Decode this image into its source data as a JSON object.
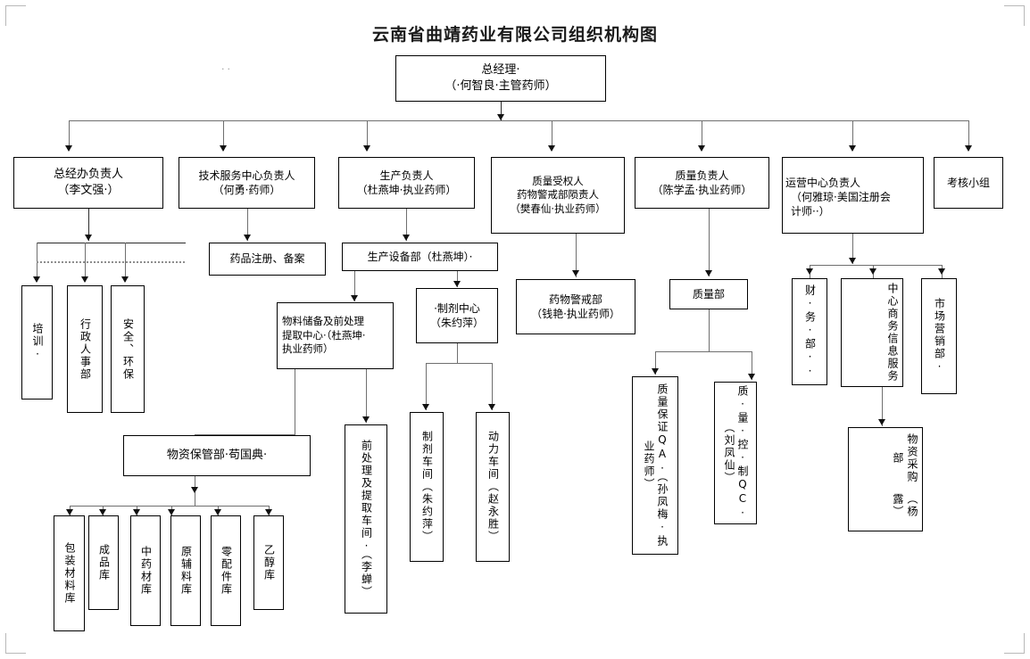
{
  "page": {
    "title": "云南省曲靖药业有限公司组织机构图",
    "stray_marks": ".."
  },
  "nodes": {
    "gm": {
      "line1": "总经理·",
      "line2": "（·何智良·主管药师）"
    },
    "level2": [
      {
        "key": "office",
        "line1": "总经办负责人",
        "line2": "（李文强·）"
      },
      {
        "key": "tech",
        "line1": "技术服务中心负责人",
        "line2": "（何勇·药师）"
      },
      {
        "key": "production",
        "line1": "生产负责人",
        "line2": "（杜燕坤·执业药师）"
      },
      {
        "key": "qa_auth",
        "line1": "质量受权人",
        "line2": "药物警戒部陨责人",
        "line3": "（樊春仙·执业药师）"
      },
      {
        "key": "quality",
        "line1": "质量负责人",
        "line2": "（陈学孟·执业药师）"
      },
      {
        "key": "operations",
        "line1": "运营中心负责人",
        "line2": "（何雅琼·美国注册会",
        "line3": "计师··）"
      },
      {
        "key": "audit",
        "line1": "考核小组"
      }
    ],
    "office_children": [
      {
        "key": "training",
        "label": "培训·"
      },
      {
        "key": "hr",
        "label": "行政人事部"
      },
      {
        "key": "safety",
        "label": "安全、环保"
      }
    ],
    "tech_children": [
      {
        "key": "drug_reg",
        "label": "药品注册、备案"
      }
    ],
    "production_children": [
      {
        "key": "equip",
        "label": "生产设备部（杜燕坤）·"
      }
    ],
    "equip_children": [
      {
        "key": "material_center",
        "line1": "物料储备及前处理",
        "line2": "提取中心·（杜燕坤·",
        "line3": "执业药师）"
      },
      {
        "key": "prep_center",
        "line1": "·制剂中心",
        "line2": "（朱约萍）"
      }
    ],
    "material_center_children": [
      {
        "key": "warehouse_dept",
        "label": "物资保管部·苟国典·"
      },
      {
        "key": "pretreat_shop",
        "label": "前处理及提取车间·（李蝉）"
      }
    ],
    "prep_center_children": [
      {
        "key": "prep_shop",
        "label": "制剂车间（朱约萍）"
      },
      {
        "key": "power_shop",
        "label": "动力车间（赵永胜）"
      }
    ],
    "warehouses": [
      {
        "key": "packaging",
        "label": "包装材料库"
      },
      {
        "key": "finished",
        "label": "成品库"
      },
      {
        "key": "herbs",
        "label": "中药材库"
      },
      {
        "key": "raw",
        "label": "原辅料库"
      },
      {
        "key": "parts",
        "label": "零配件库"
      },
      {
        "key": "ethanol",
        "label": "乙醇库"
      }
    ],
    "qa_auth_children": [
      {
        "key": "pharmacovigilance",
        "line1": "药物警戒部",
        "line2": "（钱艳·执业药师）"
      }
    ],
    "quality_children": [
      {
        "key": "quality_dept",
        "label": "质量部"
      }
    ],
    "quality_dept_children": [
      {
        "key": "qa",
        "label": "质量保证QA·（孙凤梅·执业药师）"
      },
      {
        "key": "qc",
        "label": "质·量·控·制QC·（刘凤仙）"
      }
    ],
    "operations_children": [
      {
        "key": "finance",
        "label": "财·务·部··"
      },
      {
        "key": "biz_info",
        "label_col1": "商务信息服务",
        "label_col2": "中心"
      },
      {
        "key": "marketing",
        "label": "市场营销部·"
      }
    ],
    "biz_info_children": [
      {
        "key": "procurement",
        "label_col1": "物资采购部",
        "label_col2": "（杨露）"
      }
    ]
  }
}
